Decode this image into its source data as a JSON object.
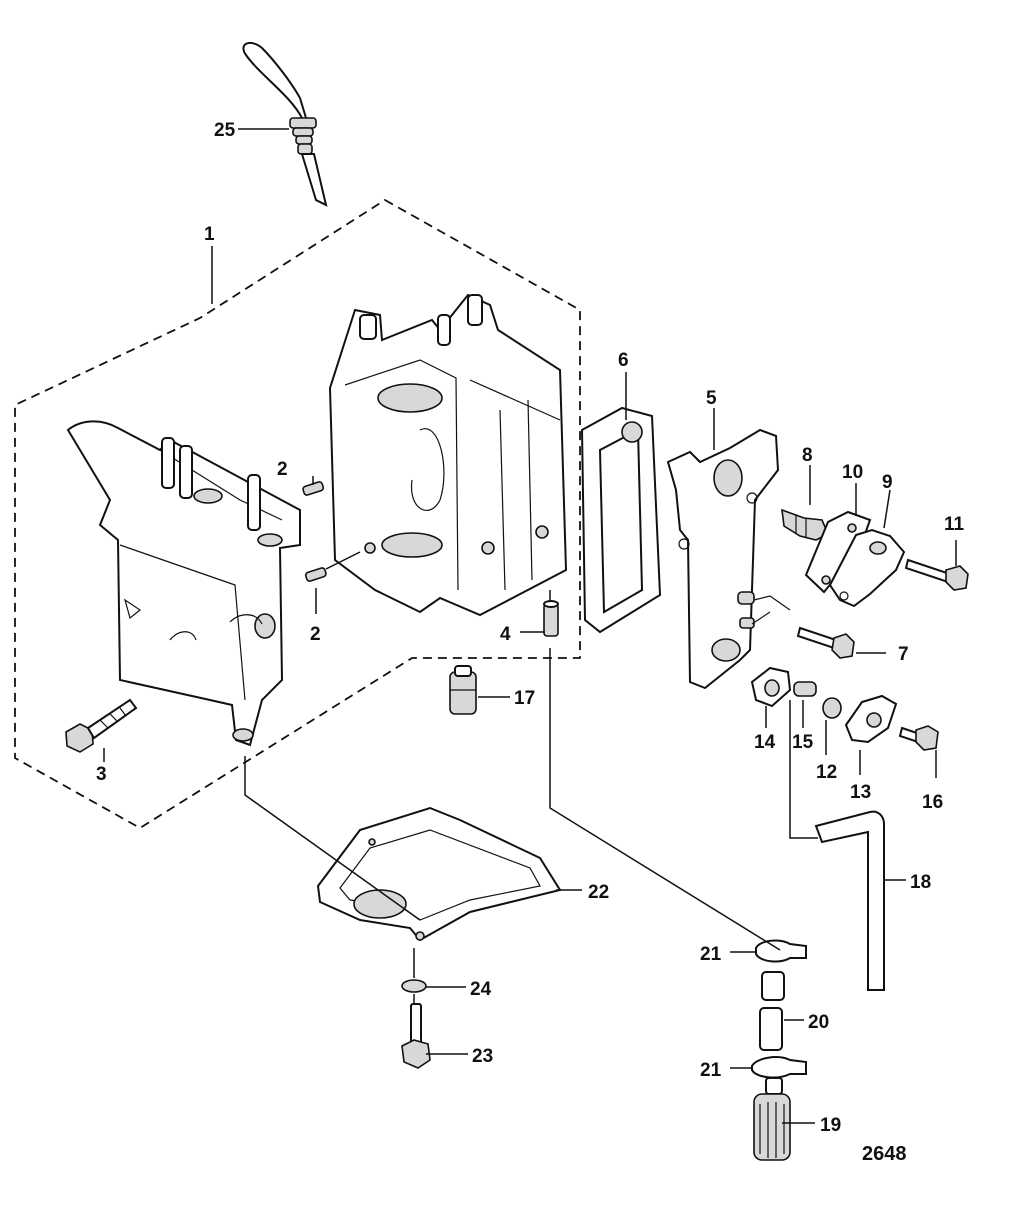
{
  "figure_number": "2648",
  "callouts": [
    {
      "id": "c25",
      "text": "25"
    },
    {
      "id": "c1",
      "text": "1"
    },
    {
      "id": "c2a",
      "text": "2"
    },
    {
      "id": "c2b",
      "text": "2"
    },
    {
      "id": "c3",
      "text": "3"
    },
    {
      "id": "c4",
      "text": "4"
    },
    {
      "id": "c5",
      "text": "5"
    },
    {
      "id": "c6",
      "text": "6"
    },
    {
      "id": "c7",
      "text": "7"
    },
    {
      "id": "c8",
      "text": "8"
    },
    {
      "id": "c9",
      "text": "9"
    },
    {
      "id": "c10",
      "text": "10"
    },
    {
      "id": "c11",
      "text": "11"
    },
    {
      "id": "c12",
      "text": "12"
    },
    {
      "id": "c13",
      "text": "13"
    },
    {
      "id": "c14",
      "text": "14"
    },
    {
      "id": "c15",
      "text": "15"
    },
    {
      "id": "c16",
      "text": "16"
    },
    {
      "id": "c17",
      "text": "17"
    },
    {
      "id": "c18",
      "text": "18"
    },
    {
      "id": "c19",
      "text": "19"
    },
    {
      "id": "c20",
      "text": "20"
    },
    {
      "id": "c21a",
      "text": "21"
    },
    {
      "id": "c21b",
      "text": "21"
    },
    {
      "id": "c22",
      "text": "22"
    },
    {
      "id": "c23",
      "text": "23"
    },
    {
      "id": "c24",
      "text": "24"
    }
  ]
}
